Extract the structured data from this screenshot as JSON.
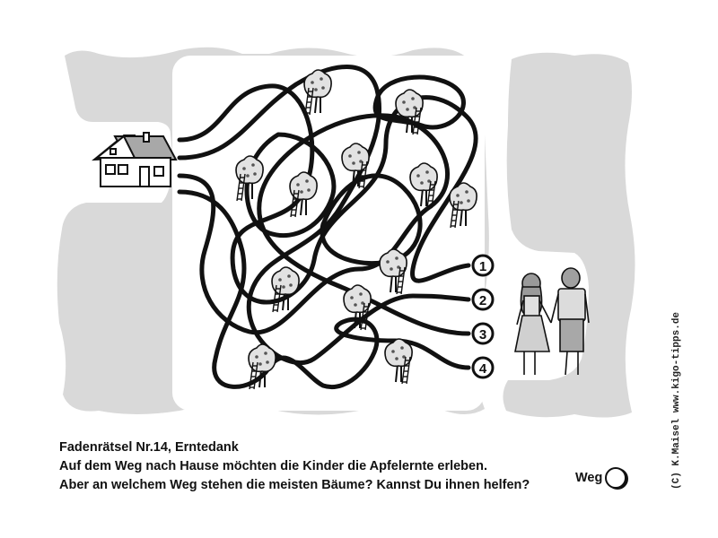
{
  "puzzle": {
    "title": "Fadenrätsel Nr.14, Erntedank",
    "question_line_1": "Auf dem Weg nach Hause möchten die Kinder die Apfelernte erleben.",
    "question_line_2": "Aber an welchem Weg stehen die meisten Bäume? Kannst Du ihnen helfen?",
    "answer_label": "Weg",
    "answer_value": "",
    "copyright": "(C) K.Maisel   www.kigo-tipps.de"
  },
  "paths": [
    {
      "number": "1"
    },
    {
      "number": "2"
    },
    {
      "number": "3"
    },
    {
      "number": "4"
    }
  ],
  "scene": {
    "start_icon": "house-icon",
    "goal_icon": "children-icon",
    "tree_icon": "apple-tree-icon",
    "ladder_icon": "ladder-icon",
    "background_color": "#d9d9d9",
    "line_color": "#111111"
  }
}
